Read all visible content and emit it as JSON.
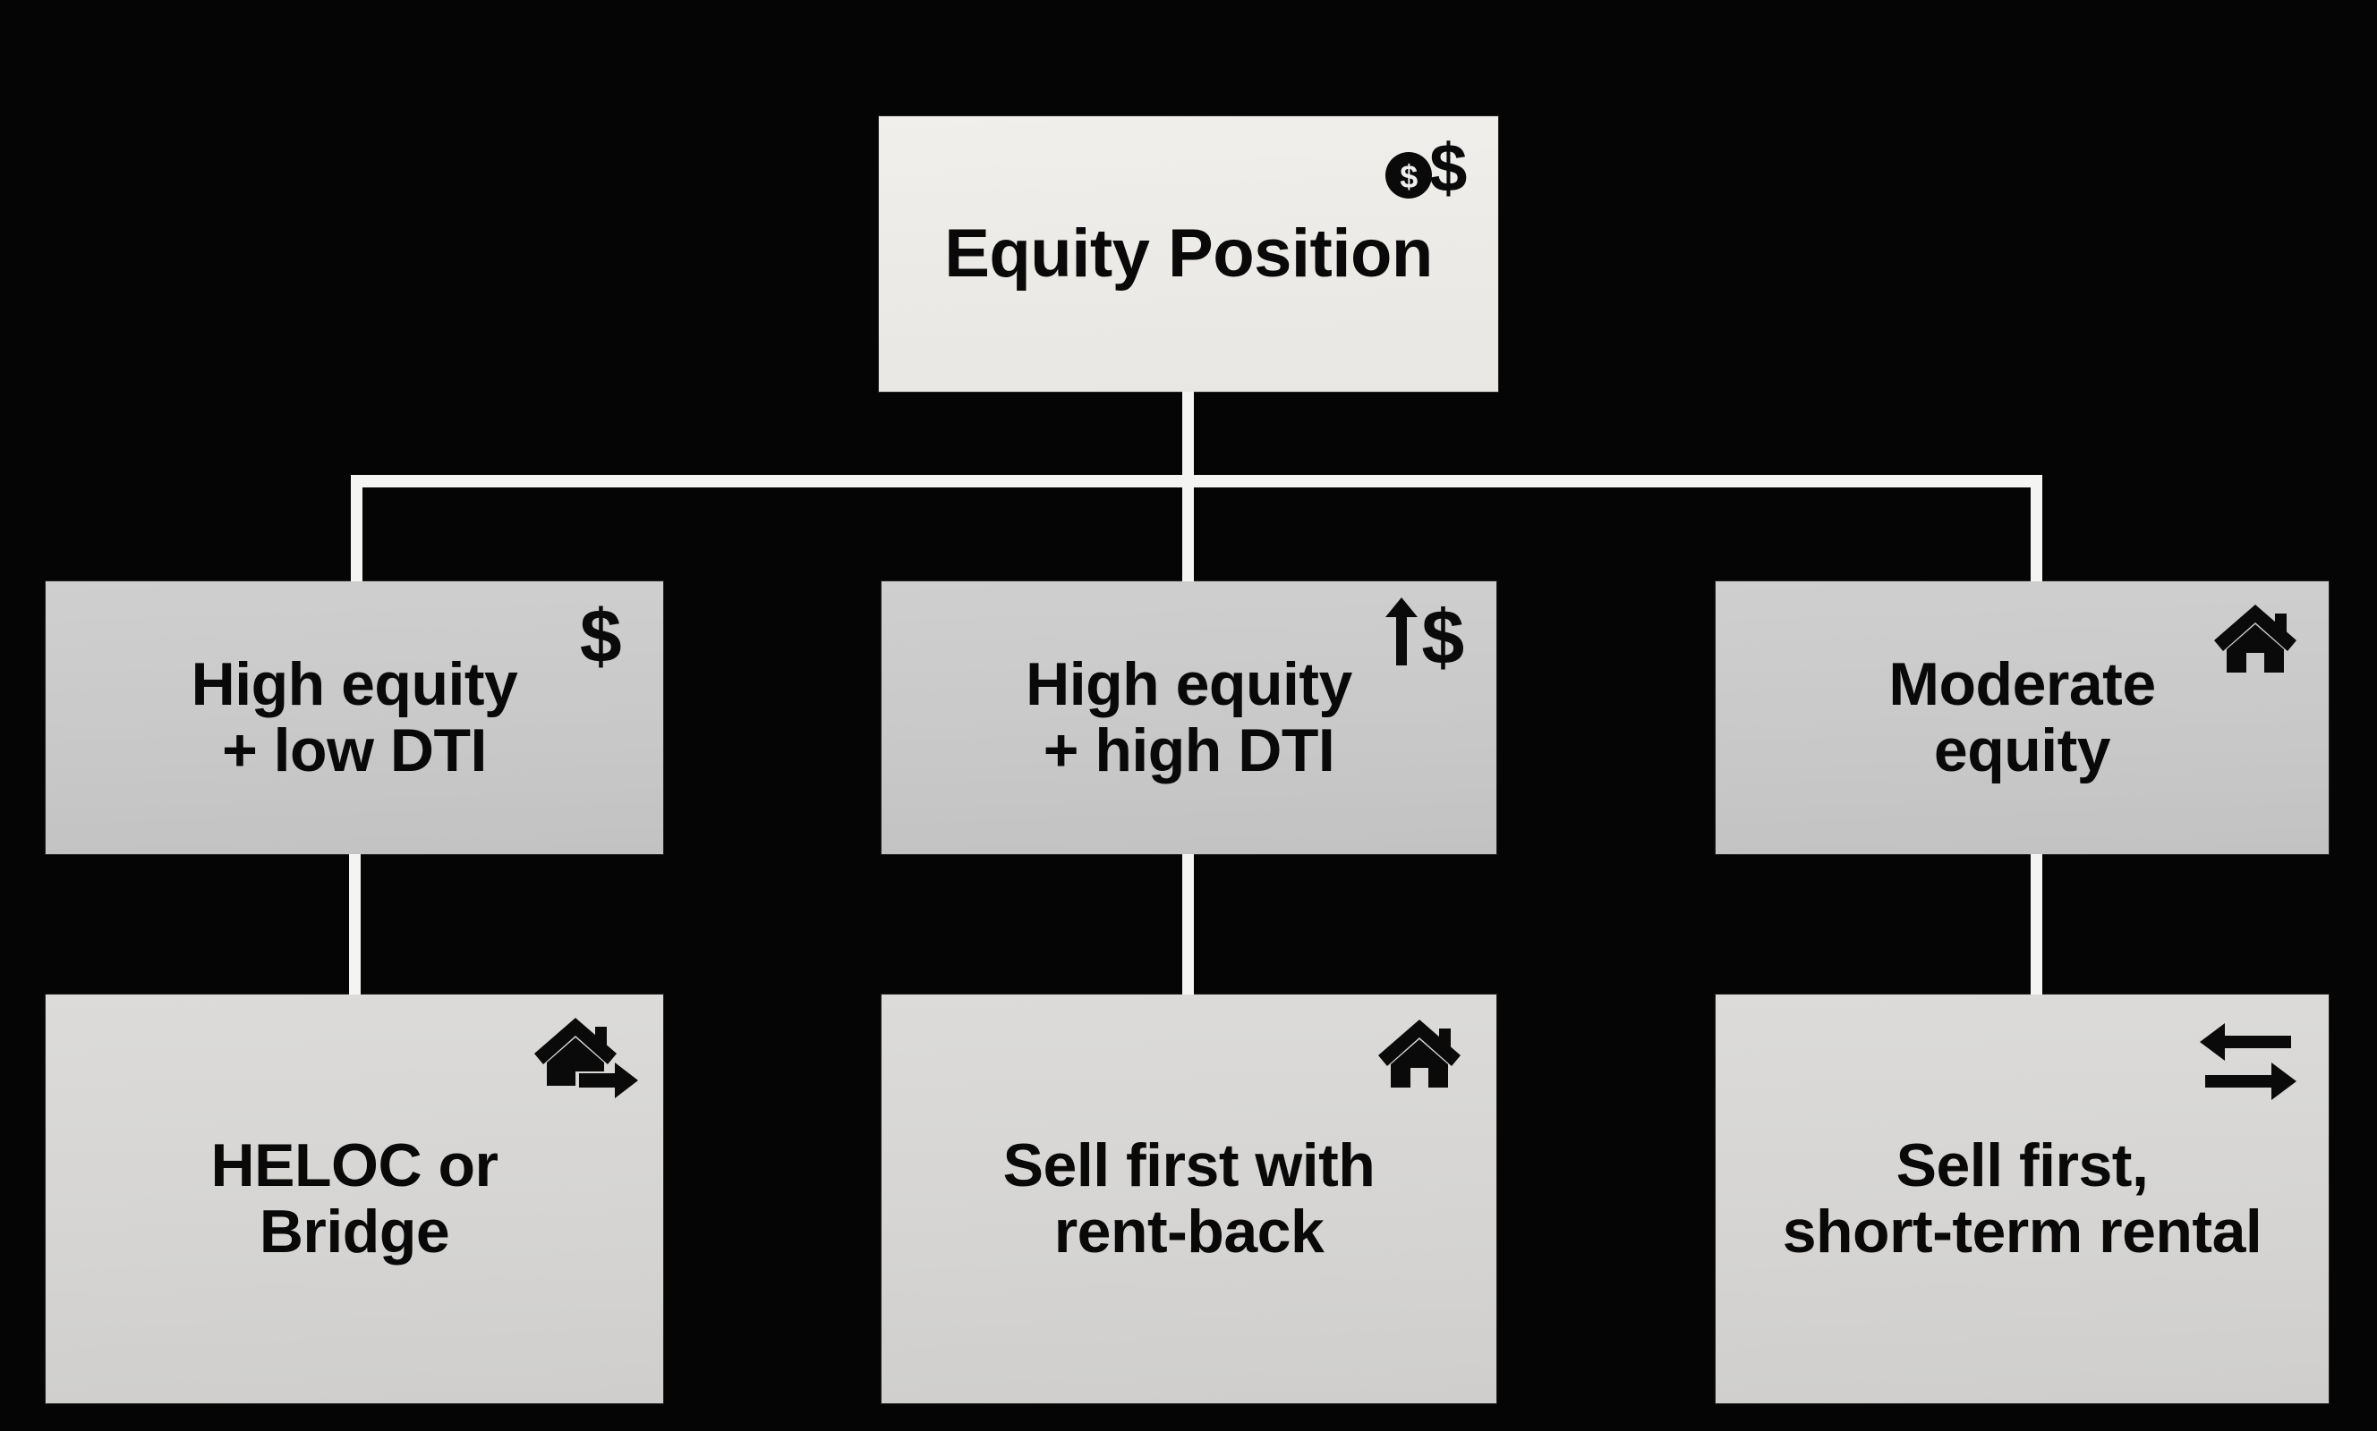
{
  "diagram": {
    "title": "Equity Position",
    "background_color": "#050505",
    "line_color": "#f4f4f2",
    "text_color": "#090909",
    "root": {
      "label": "Equity Position",
      "icon": "coin-dollar-icon",
      "box_color": "#efeeeb"
    },
    "tier2": [
      {
        "label": "High equity\n+ low DTI",
        "icon": "dollar-sign-icon",
        "box_color": "#c9c9c9"
      },
      {
        "label": "High equity\n+ high DTI",
        "icon": "arrow-up-dollar-icon",
        "box_color": "#c9c9c9"
      },
      {
        "label": "Moderate\nequity",
        "icon": "house-icon",
        "box_color": "#c9c9c9"
      }
    ],
    "tier3": [
      {
        "label": "HELOC or\nBridge",
        "icon": "house-arrow-right-icon",
        "box_color": "#d6d5d3"
      },
      {
        "label": "Sell first with\nrent-back",
        "icon": "house-icon",
        "box_color": "#d6d5d3"
      },
      {
        "label": "Sell first,\nshort-term rental",
        "icon": "arrows-left-right-icon",
        "box_color": "#d6d5d3"
      }
    ]
  }
}
